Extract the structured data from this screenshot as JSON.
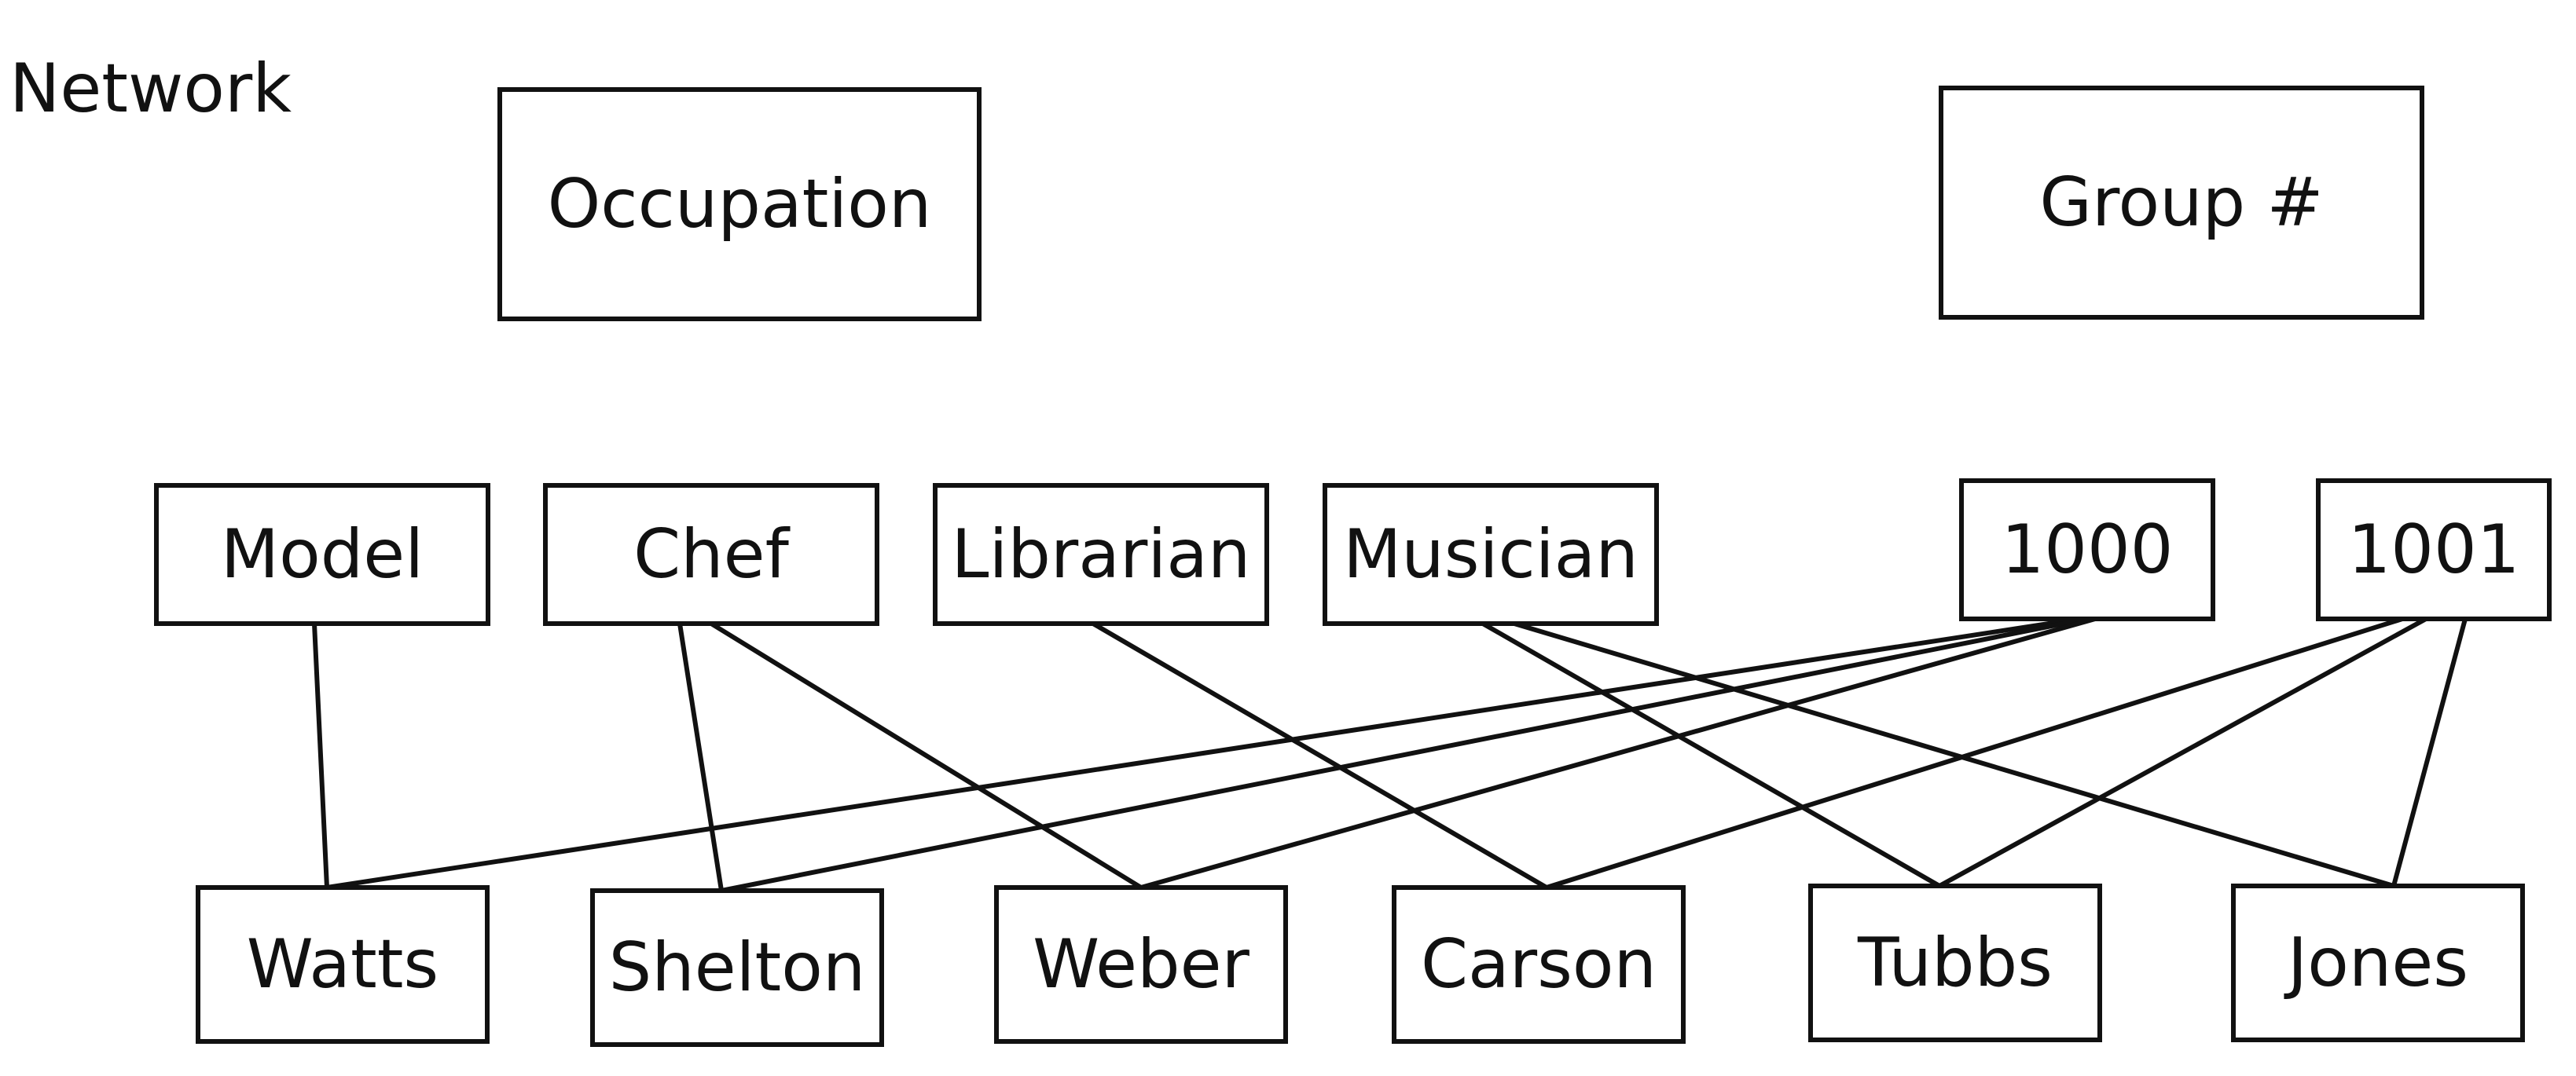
{
  "title": "Network",
  "categories": [
    {
      "id": "occupation",
      "label": "Occupation"
    },
    {
      "id": "group",
      "label": "Group #"
    }
  ],
  "attributes": [
    {
      "id": "model",
      "label": "Model"
    },
    {
      "id": "chef",
      "label": "Chef"
    },
    {
      "id": "librarian",
      "label": "Librarian"
    },
    {
      "id": "musician",
      "label": "Musician"
    },
    {
      "id": "g1000",
      "label": "1000"
    },
    {
      "id": "g1001",
      "label": "1001"
    }
  ],
  "people": [
    {
      "id": "watts",
      "label": "Watts"
    },
    {
      "id": "shelton",
      "label": "Shelton"
    },
    {
      "id": "weber",
      "label": "Weber"
    },
    {
      "id": "carson",
      "label": "Carson"
    },
    {
      "id": "tubbs",
      "label": "Tubbs"
    },
    {
      "id": "jones",
      "label": "Jones"
    }
  ],
  "edges": [
    [
      "model",
      "watts"
    ],
    [
      "chef",
      "shelton"
    ],
    [
      "chef",
      "weber"
    ],
    [
      "librarian",
      "carson"
    ],
    [
      "musician",
      "tubbs"
    ],
    [
      "musician",
      "jones"
    ],
    [
      "g1000",
      "watts"
    ],
    [
      "g1000",
      "shelton"
    ],
    [
      "g1000",
      "weber"
    ],
    [
      "g1001",
      "carson"
    ],
    [
      "g1001",
      "tubbs"
    ],
    [
      "g1001",
      "jones"
    ]
  ]
}
